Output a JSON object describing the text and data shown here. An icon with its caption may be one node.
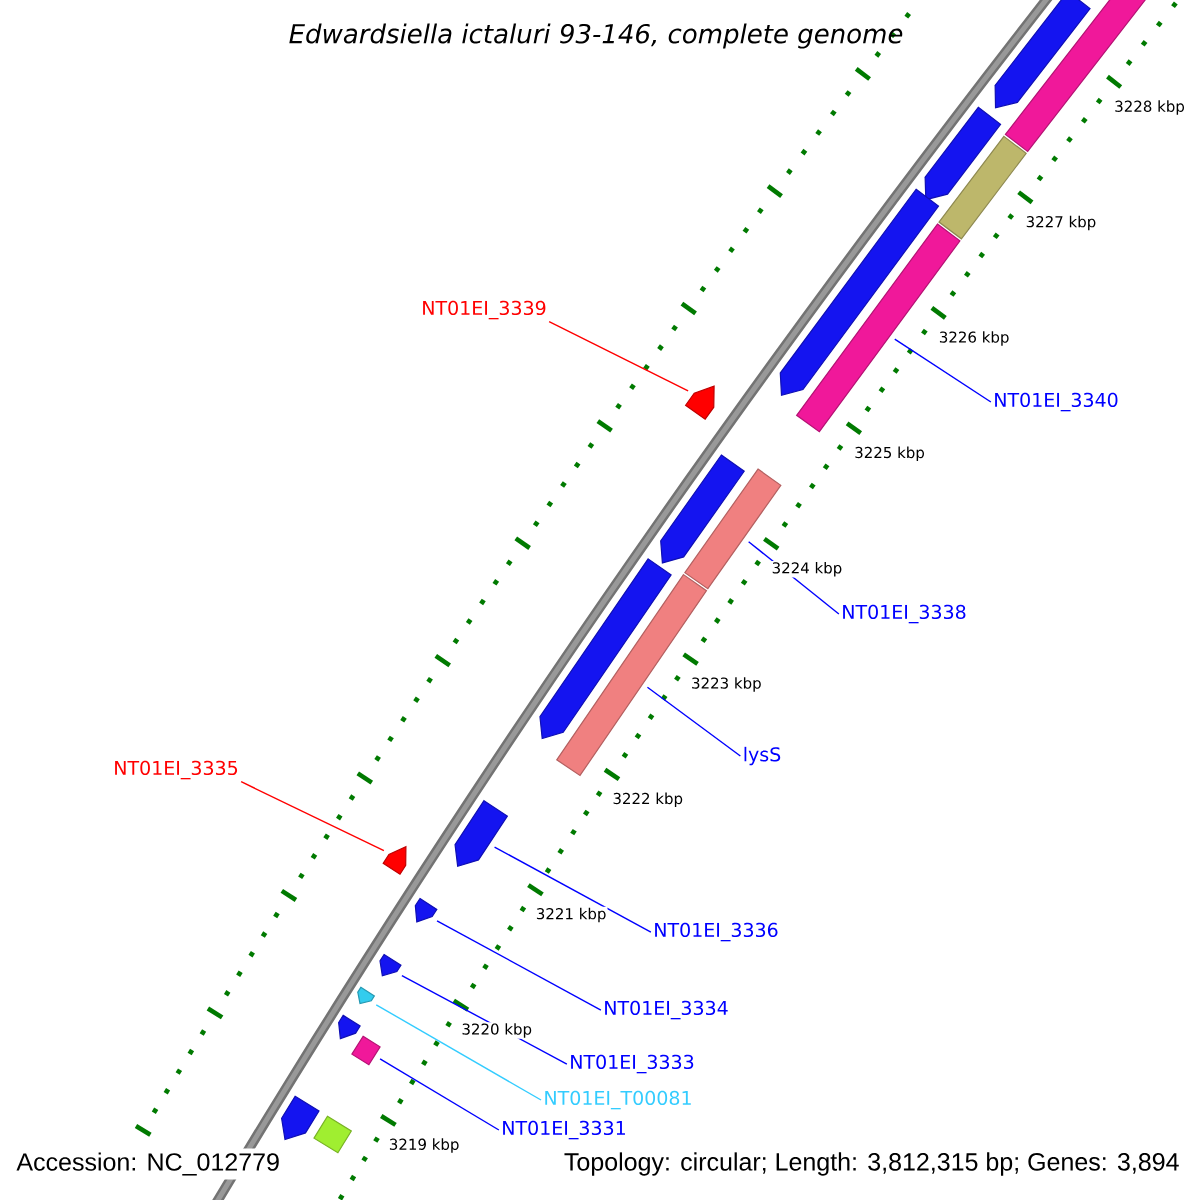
{
  "diagram": {
    "title": "Edwardsiella ictaluri 93-146, complete genome",
    "nodes": [
      {
        "text": [],
        "shape": "bar"
      },
      {
        "text": [],
        "shape": "arrow"
      },
      {
        "text": [],
        "shape": "arrow"
      },
      {
        "text": [],
        "shape": "bar"
      },
      {
        "text": [],
        "shape": "arrow"
      },
      {
        "text": [],
        "shape": "bar"
      },
      {
        "text": [
          "NT01EI_3339"
        ]
      },
      {
        "text": [
          "NT01EI_3340"
        ]
      },
      {
        "text": [],
        "shape": "arrow"
      },
      {
        "text": [],
        "shape": "arrow"
      },
      {
        "text": [],
        "shape": "bar"
      },
      {
        "text": [
          "NT01EI_3338"
        ]
      },
      {
        "text": [],
        "shape": "arrow"
      },
      {
        "text": [],
        "shape": "bar"
      },
      {
        "text": [
          "lysS"
        ]
      },
      {
        "text": [
          "NT01EI_3335"
        ]
      },
      {
        "text": [],
        "shape": "arrow"
      },
      {
        "text": [],
        "shape": "arrow"
      },
      {
        "text": [],
        "shape": "arrow"
      },
      {
        "text": [
          "NT01EI_3336"
        ]
      },
      {
        "text": [],
        "shape": "arrow"
      },
      {
        "text": [],
        "shape": "arrow"
      },
      {
        "text": [
          "NT01EI_3334"
        ]
      },
      {
        "text": [],
        "shape": "arrow"
      },
      {
        "text": [],
        "shape": "bar"
      },
      {
        "text": [
          "NT01EI_3333"
        ]
      },
      {
        "text": [
          "NT01EI_T00081"
        ]
      },
      {
        "text": [
          "NT01EI_3331"
        ]
      },
      {
        "text": [],
        "shape": "arrow"
      },
      {
        "text": [],
        "shape": "bar"
      }
    ],
    "edges": [
      {
        "from": 6,
        "to": 8,
        "arrow": "none",
        "color": "#ff0000"
      },
      {
        "from": 7,
        "to": 5,
        "arrow": "none"
      },
      {
        "from": 11,
        "to": 10,
        "arrow": "none"
      },
      {
        "from": 14,
        "to": 13,
        "arrow": "none"
      },
      {
        "from": 15,
        "to": 17,
        "arrow": "none",
        "color": "#ff0000"
      },
      {
        "from": 19,
        "to": 16,
        "arrow": "none"
      },
      {
        "from": 22,
        "to": 18,
        "arrow": "none"
      },
      {
        "from": 25,
        "to": 20,
        "arrow": "none"
      },
      {
        "from": 26,
        "to": 21,
        "arrow": "none",
        "color": "#33ccff"
      },
      {
        "from": 27,
        "to": 24,
        "arrow": "none"
      }
    ],
    "labels": [
      "3228 kbp",
      "3227 kbp",
      "3226 kbp",
      "3225 kbp",
      "3224 kbp",
      "3223 kbp",
      "3222 kbp",
      "3221 kbp",
      "3220 kbp",
      "3219 kbp",
      "Accession: NC_012779",
      "Topology: circular; Length: 3,812,315 bp; Genes: 3,894"
    ]
  }
}
